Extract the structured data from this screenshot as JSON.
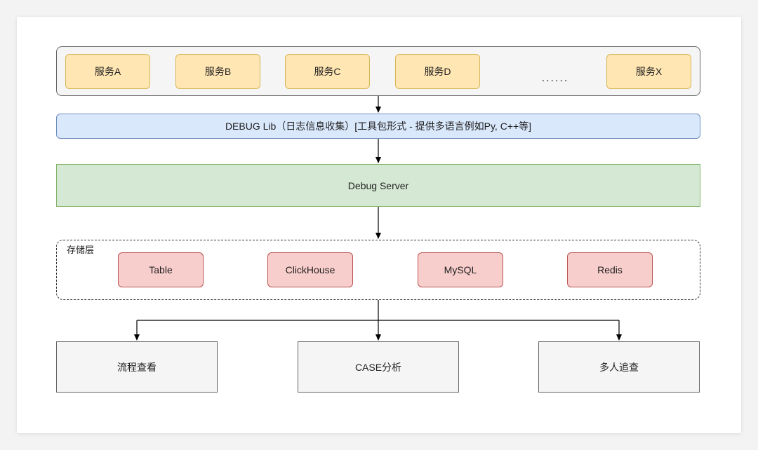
{
  "services": {
    "items": [
      "服务A",
      "服务B",
      "服务C",
      "服务D"
    ],
    "ellipsis": "......",
    "last": "服务X"
  },
  "debug_lib": {
    "label": "DEBUG Lib（日志信息收集）[工具包形式 - 提供多语言例如Py, C++等]"
  },
  "debug_server": {
    "label": "Debug Server"
  },
  "storage": {
    "title": "存储层",
    "items": [
      "Table",
      "ClickHouse",
      "MySQL",
      "Redis"
    ]
  },
  "features": {
    "items": [
      "流程查看",
      "CASE分析",
      "多人追查"
    ]
  },
  "colors": {
    "service_fill": "#ffe6b3",
    "service_stroke": "#d6b656",
    "lib_fill": "#dae8fc",
    "lib_stroke": "#6c8ebf",
    "server_fill": "#d5e8d4",
    "server_stroke": "#82b366",
    "storage_fill": "#f8cecc",
    "storage_stroke": "#b85450",
    "feature_fill": "#f5f5f5",
    "feature_stroke": "#666666"
  }
}
